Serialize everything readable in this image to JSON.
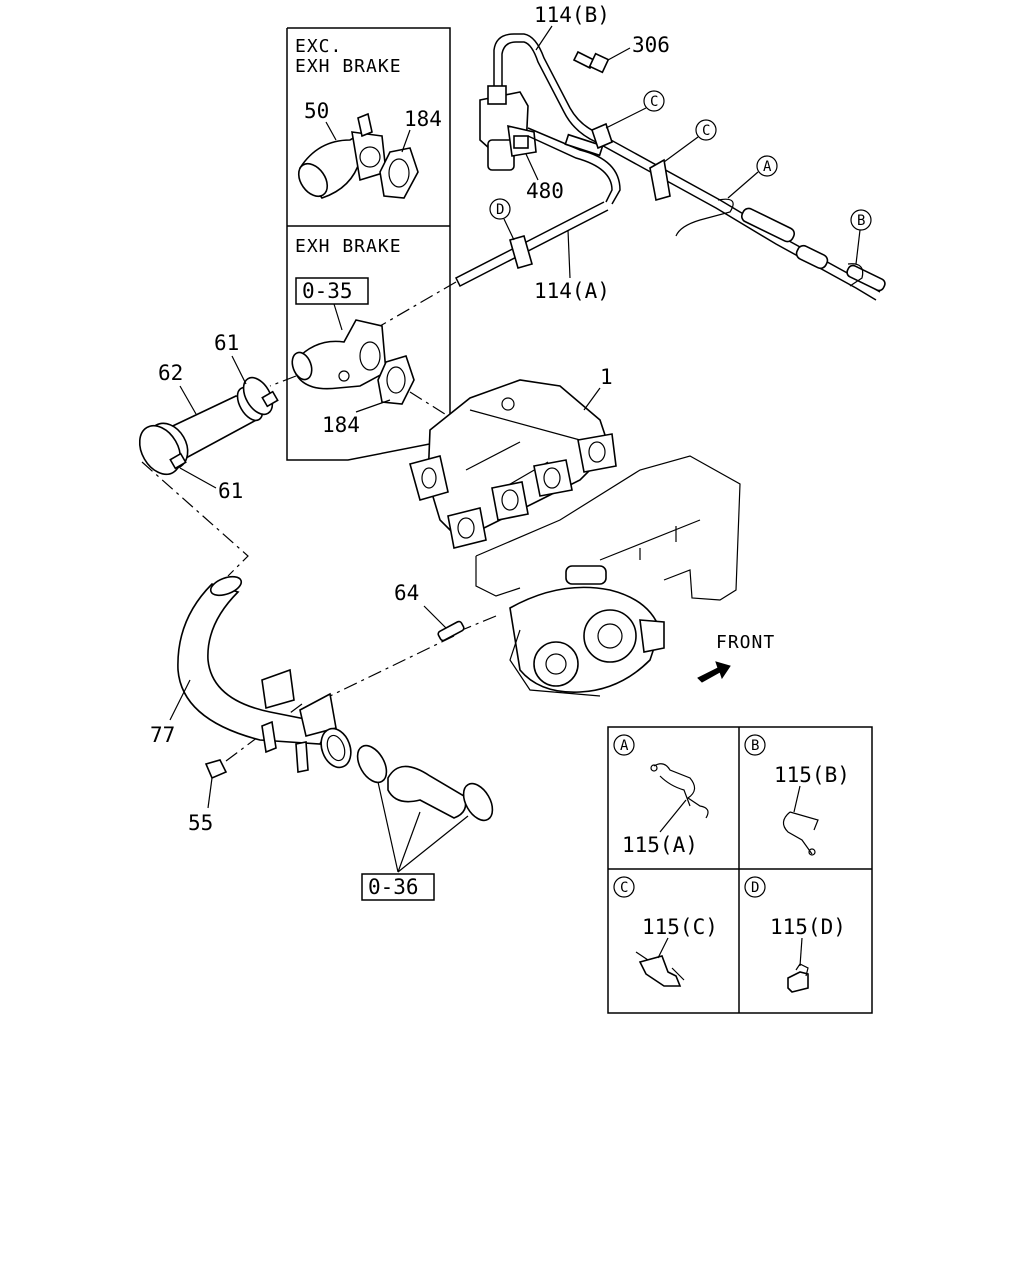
{
  "boxes": {
    "exc_line1": "EXC.",
    "exc_line2": "EXH BRAKE",
    "exh_brake": "EXH BRAKE"
  },
  "labels": {
    "p114b": "114(B)",
    "p306": "306",
    "p480": "480",
    "p50": "50",
    "p184_top": "184",
    "p184_mid": "184",
    "p114a": "114(A)",
    "p1": "1",
    "p61_top": "61",
    "p62": "62",
    "p61_bot": "61",
    "p64": "64",
    "p77": "77",
    "p55": "55",
    "ref035": "0-35",
    "ref036": "0-36",
    "front": "FRONT"
  },
  "callouts": {
    "A": "A",
    "B": "B",
    "C": "C",
    "D": "D"
  },
  "detail_panels": {
    "A": "115(A)",
    "B": "115(B)",
    "C": "115(C)",
    "D": "115(D)"
  }
}
